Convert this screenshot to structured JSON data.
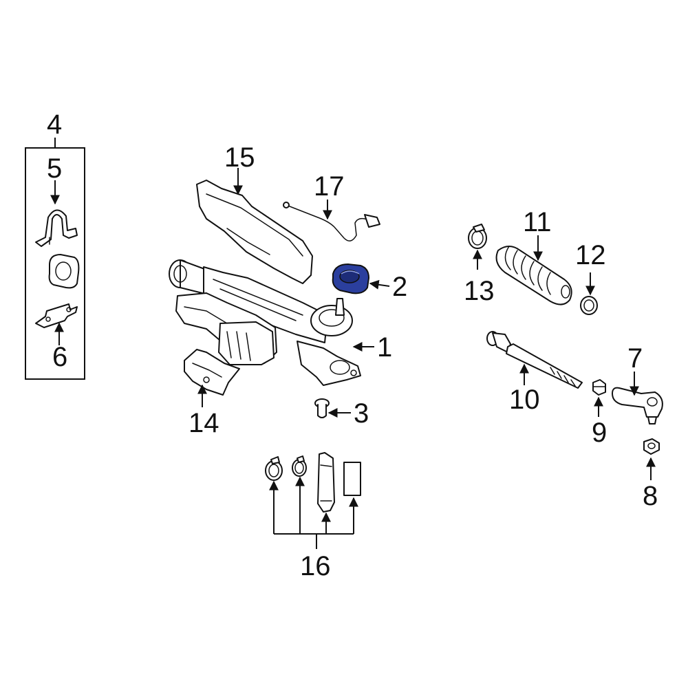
{
  "diagram": {
    "highlight_color": "#2b3f9e",
    "line_color": "#111111",
    "background": "#ffffff",
    "highlighted_part": "2",
    "callouts": {
      "c1": "1",
      "c2": "2",
      "c3": "3",
      "c4": "4",
      "c5": "5",
      "c6": "6",
      "c7": "7",
      "c8": "8",
      "c9": "9",
      "c10": "10",
      "c11": "11",
      "c12": "12",
      "c13": "13",
      "c14": "14",
      "c15": "15",
      "c16": "16",
      "c17": "17"
    }
  }
}
